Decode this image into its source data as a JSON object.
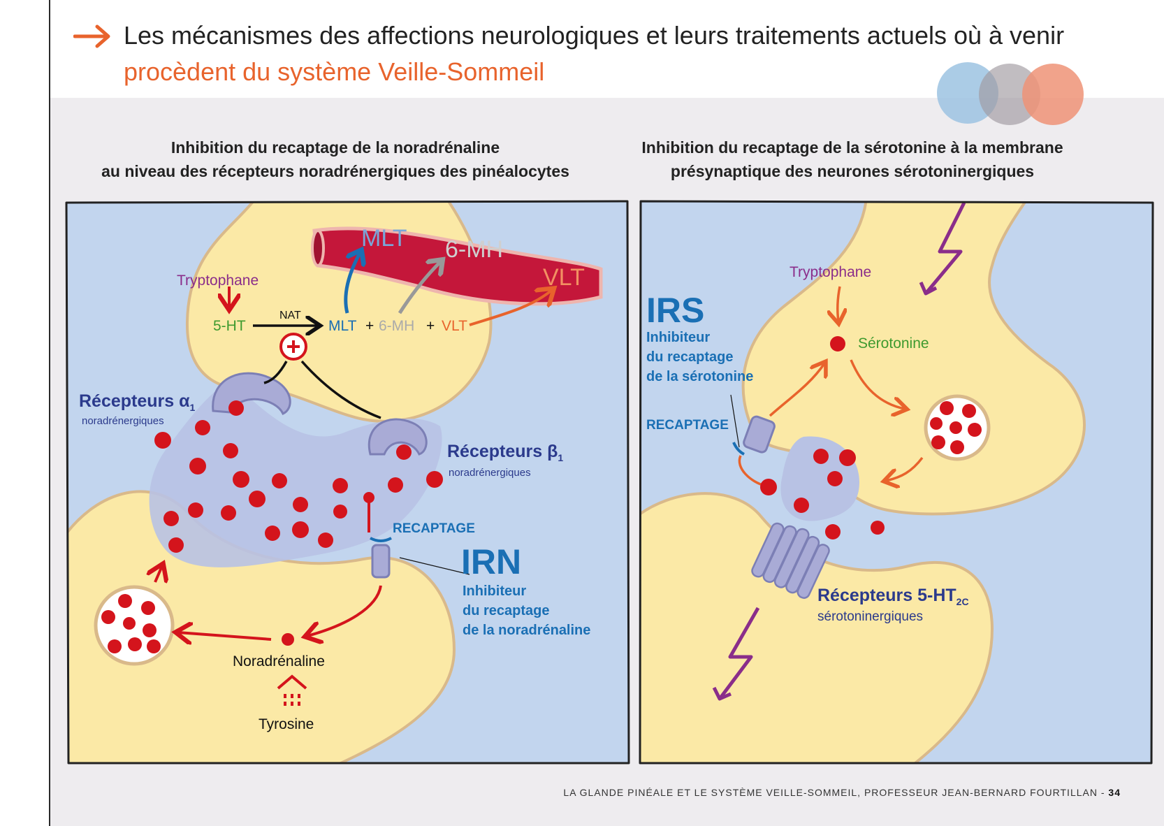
{
  "header": {
    "title_line1": "Les mécanismes des affections neurologiques et leurs traitements actuels où à venir",
    "title_line2": "procèdent du système Veille-Sommeil"
  },
  "left_panel": {
    "title_line1": "Inhibition du recaptage de la noradrénaline",
    "title_line2": "au niveau des récepteurs noradrénergiques des pinéalocytes",
    "tryptophane": "Tryptophane",
    "ht5": "5-HT",
    "nat": "NAT",
    "mlt": "MLT",
    "mh6": "6-MH",
    "vlt": "VLT",
    "plus": "+",
    "vessel_mlt": "MLT",
    "vessel_6mh": "6-MH",
    "vessel_vlt": "VLT",
    "alpha_label": "Récepteurs α",
    "alpha_sub": "1",
    "alpha_caption": "noradrénergiques",
    "beta_label": "Récepteurs β",
    "beta_sub": "1",
    "beta_caption": "noradrénergiques",
    "recaptage": "RECAPTAGE",
    "irn": "IRN",
    "irn_line1": "Inhibiteur",
    "irn_line2": "du recaptage",
    "irn_line3": "de la noradrénaline",
    "noradrenaline": "Noradrénaline",
    "tyrosine": "Tyrosine"
  },
  "right_panel": {
    "title_line1": "Inhibition du recaptage de la sérotonine à la membrane",
    "title_line2": "présynaptique des neurones sérotoninergiques",
    "irs": "IRS",
    "irs_line1": "Inhibiteur",
    "irs_line2": "du recaptage",
    "irs_line3": "de la sérotonine",
    "recaptage": "RECAPTAGE",
    "tryptophane": "Tryptophane",
    "serotonine": "Sérotonine",
    "receptor_label": "Récepteurs 5-HT",
    "receptor_sub": "2C",
    "receptor_caption": "sérotoninergiques"
  },
  "footer": {
    "text": "LA GLANDE PINÉALE ET LE SYSTÈME VEILLE-SOMMEIL, PROFESSEUR JEAN-BERNARD FOURTILLAN - ",
    "page": "34"
  },
  "colors": {
    "accent_orange": "#e8632c",
    "panel_blue": "#c2d5ee",
    "cell_yellow": "#fbe9a6",
    "cell_border": "#d9b98a",
    "dot_red": "#d4141c",
    "dark_blue": "#2b3a8c",
    "mid_blue": "#1a6fb4",
    "purple": "#8a2d8a",
    "green": "#3e9a2f",
    "vessel_red": "#c4173a"
  }
}
